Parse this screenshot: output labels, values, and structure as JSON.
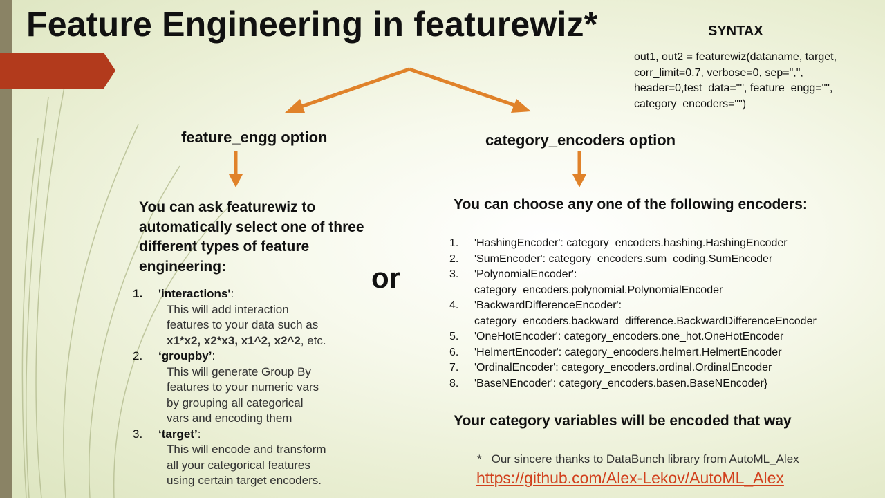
{
  "title": "Feature Engineering in featurewiz*",
  "syntax": {
    "heading": "SYNTAX",
    "lines": [
      "out1, out2 = featurewiz(dataname, target,",
      "corr_limit=0.7, verbose=0, sep=\",\",",
      "header=0,test_data=\"\", feature_engg=\"\",",
      "category_encoders=\"\")"
    ]
  },
  "or_label": "or",
  "feature_engg": {
    "title": "feature_engg option",
    "intro": "You can ask featurewiz to automatically select one of three different types of feature engineering:",
    "items": [
      {
        "num": "1.",
        "name": "'interactions'",
        "suffix": ":",
        "desc_lines": [
          "This will add interaction",
          "features to your data such as"
        ],
        "example_bold": "x1*x2, x2*x3, x1^2, x2^2",
        "example_tail": ", etc."
      },
      {
        "num": "2.",
        "name": "‘groupby’",
        "suffix": ":",
        "desc_lines": [
          "This will generate Group By",
          "features to your numeric vars",
          "by grouping all categorical",
          "vars and encoding them"
        ]
      },
      {
        "num": "3.",
        "name": "‘target’",
        "suffix": ":",
        "desc_lines": [
          "This will encode and transform",
          "all your categorical features",
          "using certain target encoders."
        ]
      }
    ]
  },
  "category_encoders": {
    "title": "category_encoders option",
    "intro": "You can choose any one of the following encoders:",
    "items": [
      {
        "num": "1.",
        "lines": [
          "'HashingEncoder': category_encoders.hashing.HashingEncoder"
        ]
      },
      {
        "num": "2.",
        "lines": [
          "'SumEncoder': category_encoders.sum_coding.SumEncoder"
        ]
      },
      {
        "num": "3.",
        "lines": [
          "'PolynomialEncoder':",
          "category_encoders.polynomial.PolynomialEncoder"
        ]
      },
      {
        "num": "4.",
        "lines": [
          "'BackwardDifferenceEncoder':",
          "category_encoders.backward_difference.BackwardDifferenceEncoder"
        ]
      },
      {
        "num": "5.",
        "lines": [
          "'OneHotEncoder': category_encoders.one_hot.OneHotEncoder"
        ]
      },
      {
        "num": "6.",
        "lines": [
          "'HelmertEncoder': category_encoders.helmert.HelmertEncoder"
        ]
      },
      {
        "num": "7.",
        "lines": [
          "'OrdinalEncoder': category_encoders.ordinal.OrdinalEncoder"
        ]
      },
      {
        "num": "8.",
        "lines": [
          "'BaseNEncoder': category_encoders.basen.BaseNEncoder}"
        ]
      }
    ],
    "note": "Your category variables will be encoded that way"
  },
  "footer": {
    "star": "*",
    "thanks": "Our sincere thanks to DataBunch library from AutoML_Alex",
    "link": "https://github.com/Alex-Lekov/AutoML_Alex"
  },
  "colors": {
    "arrow": "#e0822a",
    "accent_flag": "#b23a1c",
    "link": "#d1401d",
    "leftbar": "#8a8365"
  },
  "icons": [
    "arrow-down-icon",
    "arrow-split-icon",
    "flag-decoration"
  ]
}
